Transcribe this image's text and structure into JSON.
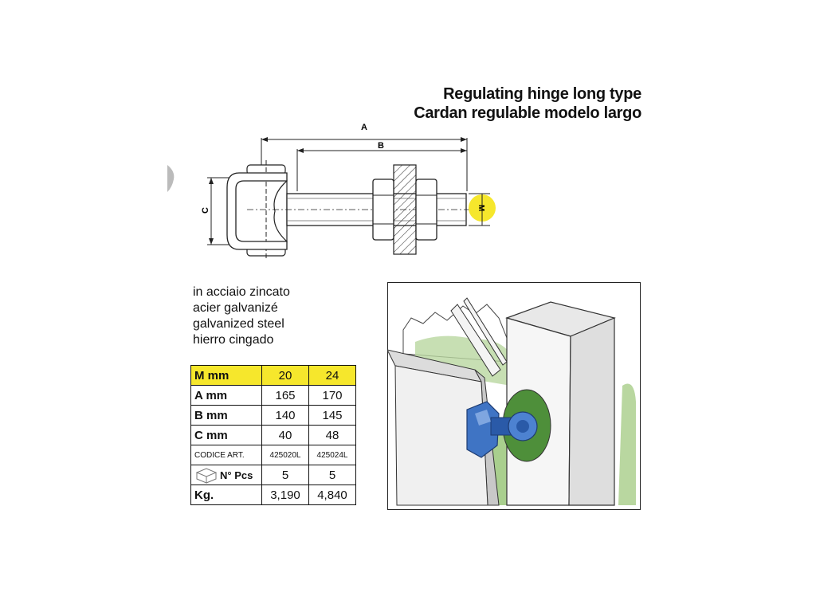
{
  "title": {
    "line1": "Regulating hinge long type",
    "line2": "Cardan regulable modelo largo"
  },
  "drawing": {
    "dim_a": "A",
    "dim_b": "B",
    "dim_c": "C",
    "dim_m": "M",
    "highlight_color": "#f6e72c"
  },
  "materials": [
    "in acciaio zincato",
    "acier galvanizé",
    "galvanized steel",
    "hierro cingado"
  ],
  "table": {
    "header": {
      "label": "M mm",
      "values": [
        "20",
        "24"
      ]
    },
    "rows": [
      {
        "label": "A mm",
        "values": [
          "165",
          "170"
        ]
      },
      {
        "label": "B mm",
        "values": [
          "140",
          "145"
        ]
      },
      {
        "label": "C mm",
        "values": [
          "40",
          "48"
        ]
      },
      {
        "label": "CODICE ART.",
        "values": [
          "425020L",
          "425024L"
        ]
      },
      {
        "label": "N° Pcs",
        "values": [
          "5",
          "5"
        ],
        "icon": "box-icon"
      },
      {
        "label": "Kg.",
        "values": [
          "3,190",
          "4,840"
        ]
      }
    ]
  },
  "illustration": {
    "icon": "gate-hinge-illustration"
  }
}
